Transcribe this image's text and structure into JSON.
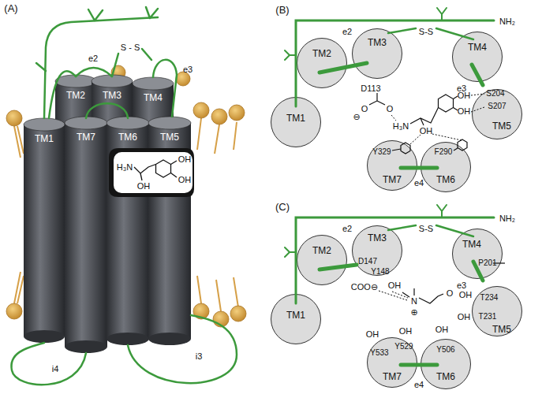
{
  "diagram": {
    "nodes": [
      {
        "text": [
          "TM2"
        ]
      },
      {
        "text": [
          "TM3"
        ]
      },
      {
        "text": [
          "TM4"
        ]
      },
      {
        "text": [
          "TM1"
        ]
      },
      {
        "text": [
          "TM7"
        ]
      },
      {
        "text": [
          "TM6"
        ]
      },
      {
        "text": [
          "TM5"
        ]
      },
      {
        "text": [
          "TM2"
        ]
      },
      {
        "text": [
          "TM3"
        ]
      },
      {
        "text": [
          "TM4"
        ]
      },
      {
        "text": [
          "TM1"
        ]
      },
      {
        "text": [
          "TM5"
        ]
      },
      {
        "text": [
          "TM7"
        ]
      },
      {
        "text": [
          "TM6"
        ]
      },
      {
        "text": [
          "TM2"
        ]
      },
      {
        "text": [
          "TM3"
        ]
      },
      {
        "text": [
          "TM4"
        ]
      },
      {
        "text": [
          "TM1"
        ]
      },
      {
        "text": [
          "TM5"
        ]
      },
      {
        "text": [
          "TM7"
        ]
      },
      {
        "text": [
          "TM6"
        ]
      }
    ],
    "labels": [
      "(A)",
      "e2",
      "e3",
      "S - S",
      "i3",
      "i4",
      "H₃N",
      "OH",
      "OH",
      "OH",
      "(B)",
      "NH₂",
      "S-S",
      "e2",
      "e3",
      "e4",
      "D113",
      "O",
      "O",
      "⊖",
      "H₃N",
      "OH",
      "OH",
      "OH",
      "S204",
      "S207",
      "Y329",
      "F290",
      "(C)",
      "NH₂",
      "S-S",
      "e2",
      "e3",
      "e4",
      "P201",
      "D147",
      "Y148",
      "COO⊖",
      "OH",
      "OH",
      "T234",
      "OH",
      "T231",
      "OH",
      "OH",
      "OH",
      "Y533",
      "Y529",
      "Y506",
      "N",
      "⊕",
      "O"
    ]
  }
}
